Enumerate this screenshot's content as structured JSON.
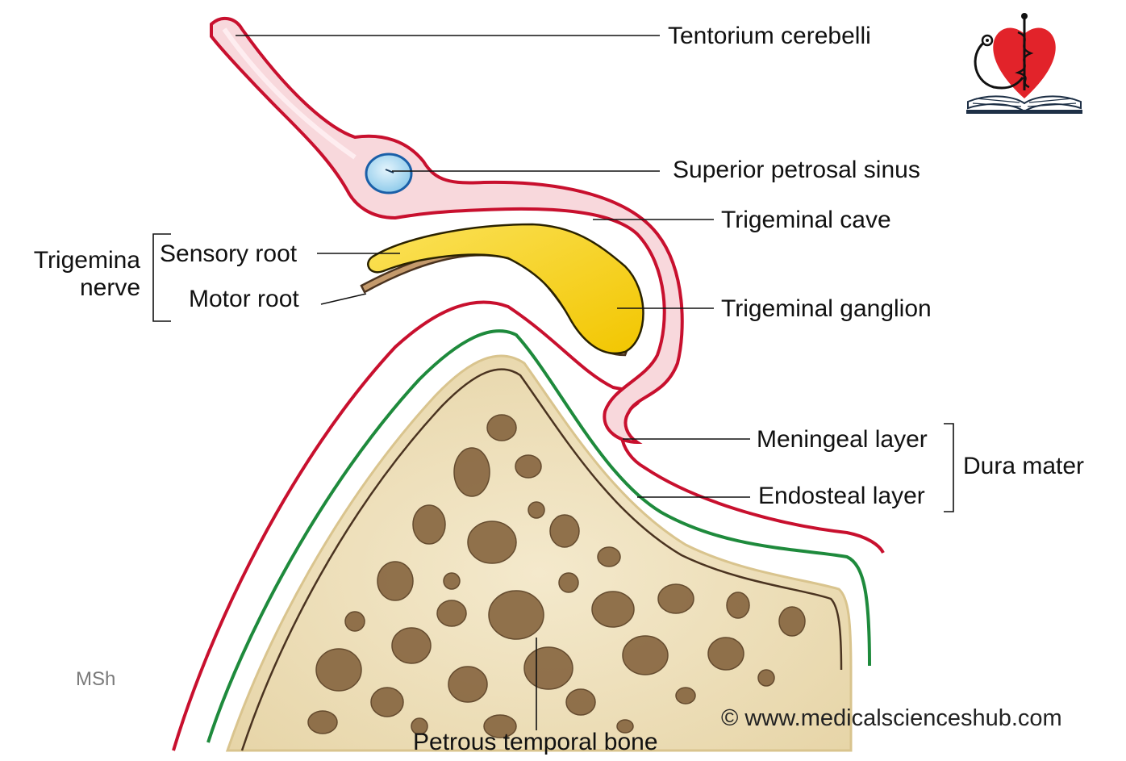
{
  "labels": {
    "tentorium": "Tentorium cerebelli",
    "superior_petrosal_sinus": "Superior petrosal sinus",
    "trigeminal_cave": "Trigeminal cave",
    "sensory_root": "Sensory root",
    "motor_root": "Motor root",
    "trigeminal_nerve_line1": "Trigemina",
    "trigeminal_nerve_line2": "nerve",
    "trigeminal_ganglion": "Trigeminal ganglion",
    "meningeal_layer": "Meningeal layer",
    "endosteal_layer": "Endosteal layer",
    "dura_mater": "Dura mater",
    "petrous_temporal_bone": "Petrous temporal bone"
  },
  "signature": "MSh",
  "copyright": "© www.medicalscienceshub.com",
  "colors": {
    "meningeal_layer": "#c8102e",
    "endosteal_layer": "#1e8a3c",
    "dura_fill": "#f8d8dc",
    "ganglion": "#f5d000",
    "motor_root": "#c49a6c",
    "sinus": "#9ed3f0",
    "bone": "#efe3c0",
    "bone_cavity": "#8b6b45",
    "logo_heart": "#e2232a"
  },
  "icons": {
    "logo": "heart-caduceus-stethoscope-book-logo"
  }
}
